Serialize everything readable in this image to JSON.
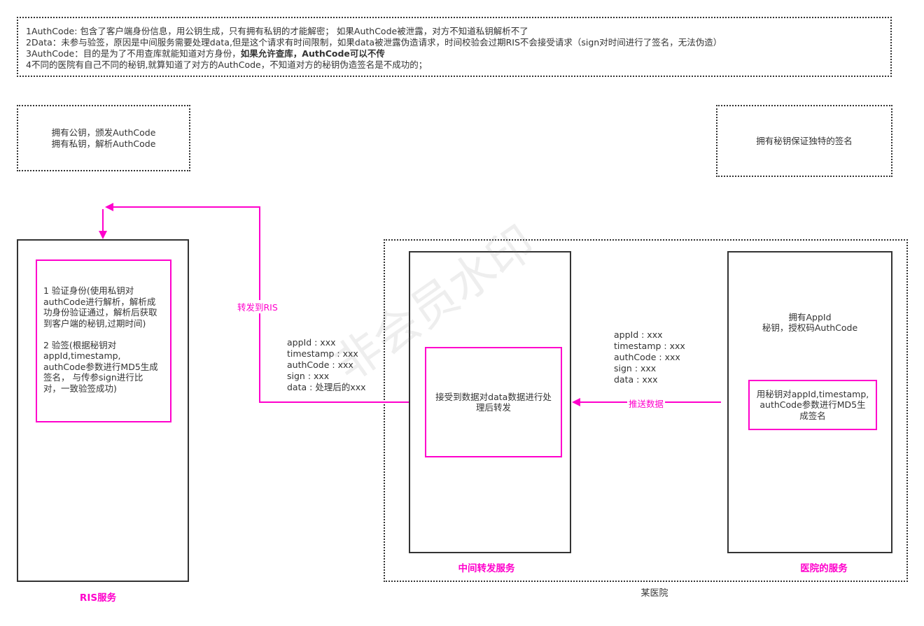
{
  "notes": {
    "line1": "1AuthCode: 包含了客户端身份信息，用公钥生成，只有拥有私钥的才能解密； 如果AuthCode被泄露，对方不知道私钥解析不了",
    "line2": "2Data：未参与验签，原因是中间服务需要处理data,但是这个请求有时间限制，如果data被泄露伪造请求，时间校验会过期RIS不会接受请求（sign对时间进行了签名，无法伪造）",
    "line3_normal": "3AuthCode：目的是为了不用查库就能知道对方身份，",
    "line3_bold": "如果允许查库，AuthCode可以不传",
    "line4": "4不同的医院有自己不同的秘钥,就算知道了对方的AuthCode，不知道对方的秘钥伪造签名是不成功的；"
  },
  "ris_keys": {
    "text": "拥有公钥，颁发AuthCode\n拥有私钥，解析AuthCode"
  },
  "hospital_key_note": {
    "text": "拥有秘钥保证独特的签名"
  },
  "ris_box": {
    "content": "1 验证身份(使用私钥对\nauthCode进行解析，解析成\n功身份验证通过，解析后获取\n到客户端的秘钥,过期时间)\n\n2 验签(根据秘钥对\nappId,timestamp,\nauthCode参数进行MD5生成\n签名， 与传参sign进行比\n对，一致验签成功)",
    "title": "RIS服务"
  },
  "middle_box": {
    "content": "接受到数据对data数据进行处\n理后转发",
    "title": "中间转发服务"
  },
  "hospital_box": {
    "header": "拥有AppId\n秘钥，授权码AuthCode",
    "content": "用秘钥对appId,timestamp,\nauthCode参数进行MD5生\n成签名",
    "title": "医院的服务"
  },
  "hospital_group": {
    "title": "某医院"
  },
  "arrows": {
    "forward_label": "转发到RIS",
    "push_label": "推送数据"
  },
  "params_forward": "appId : xxx\ntimestamp : xxx\nauthCode : xxx\nsign : xxx\ndata : 处理后的xxx",
  "params_push": "appId : xxx\ntimestamp : xxx\nauthCode : xxx\nsign : xxx\ndata : xxx",
  "watermark": "非会员水印",
  "colors": {
    "accent": "#ff00cc",
    "border": "#333333",
    "text": "#333333"
  }
}
